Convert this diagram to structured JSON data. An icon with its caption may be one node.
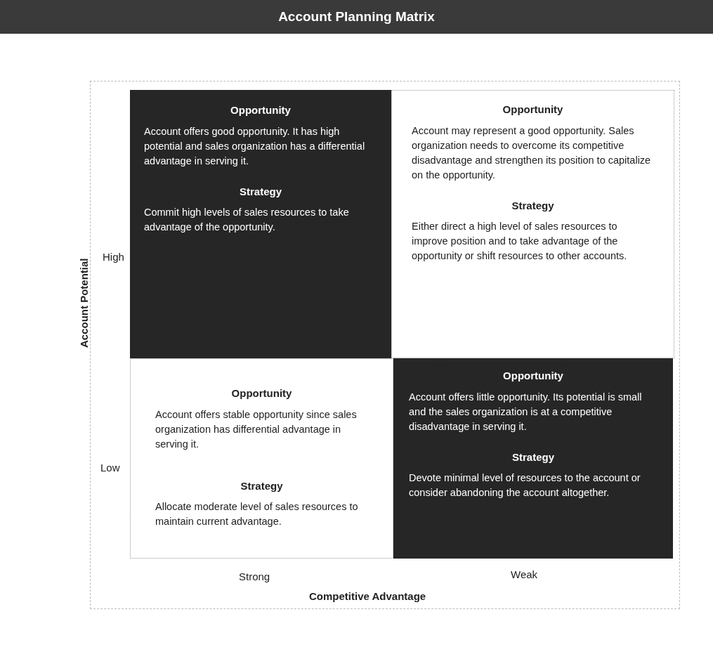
{
  "diagram": {
    "title": "Account Planning Matrix",
    "nodes": [
      {
        "text": [
          "Opportunity",
          "Account offers good opportunity. It has high potential and sales organization has a differential advantage in serving it.",
          "Strategy",
          "Commit high levels of sales resources to take advantage of the opportunity."
        ]
      },
      {
        "text": [
          "Opportunity",
          "Account may represent a good opportunity. Sales organization needs to overcome its competitive disadvantage and strengthen its position to capitalize on the opportunity.",
          "Strategy",
          "Either direct a high level of sales resources to improve position and to take advantage of the opportunity or shift resources to other accounts."
        ]
      },
      {
        "text": [
          "Opportunity",
          "Account offers stable opportunity since sales organization has differential advantage in serving it.",
          "Strategy",
          "Allocate moderate level of sales resources to maintain current advantage."
        ]
      },
      {
        "text": [
          "Opportunity",
          "Account offers little opportunity. Its potential is small and the sales organization is at a competitive disadvantage in serving it.",
          "Strategy",
          "Devote minimal level of resources to the account or consider abandoning the account altogether."
        ]
      }
    ],
    "labels": [
      "High",
      "Account Potential",
      "Low",
      "Strong",
      "Weak",
      "Competitive Advantage"
    ]
  }
}
